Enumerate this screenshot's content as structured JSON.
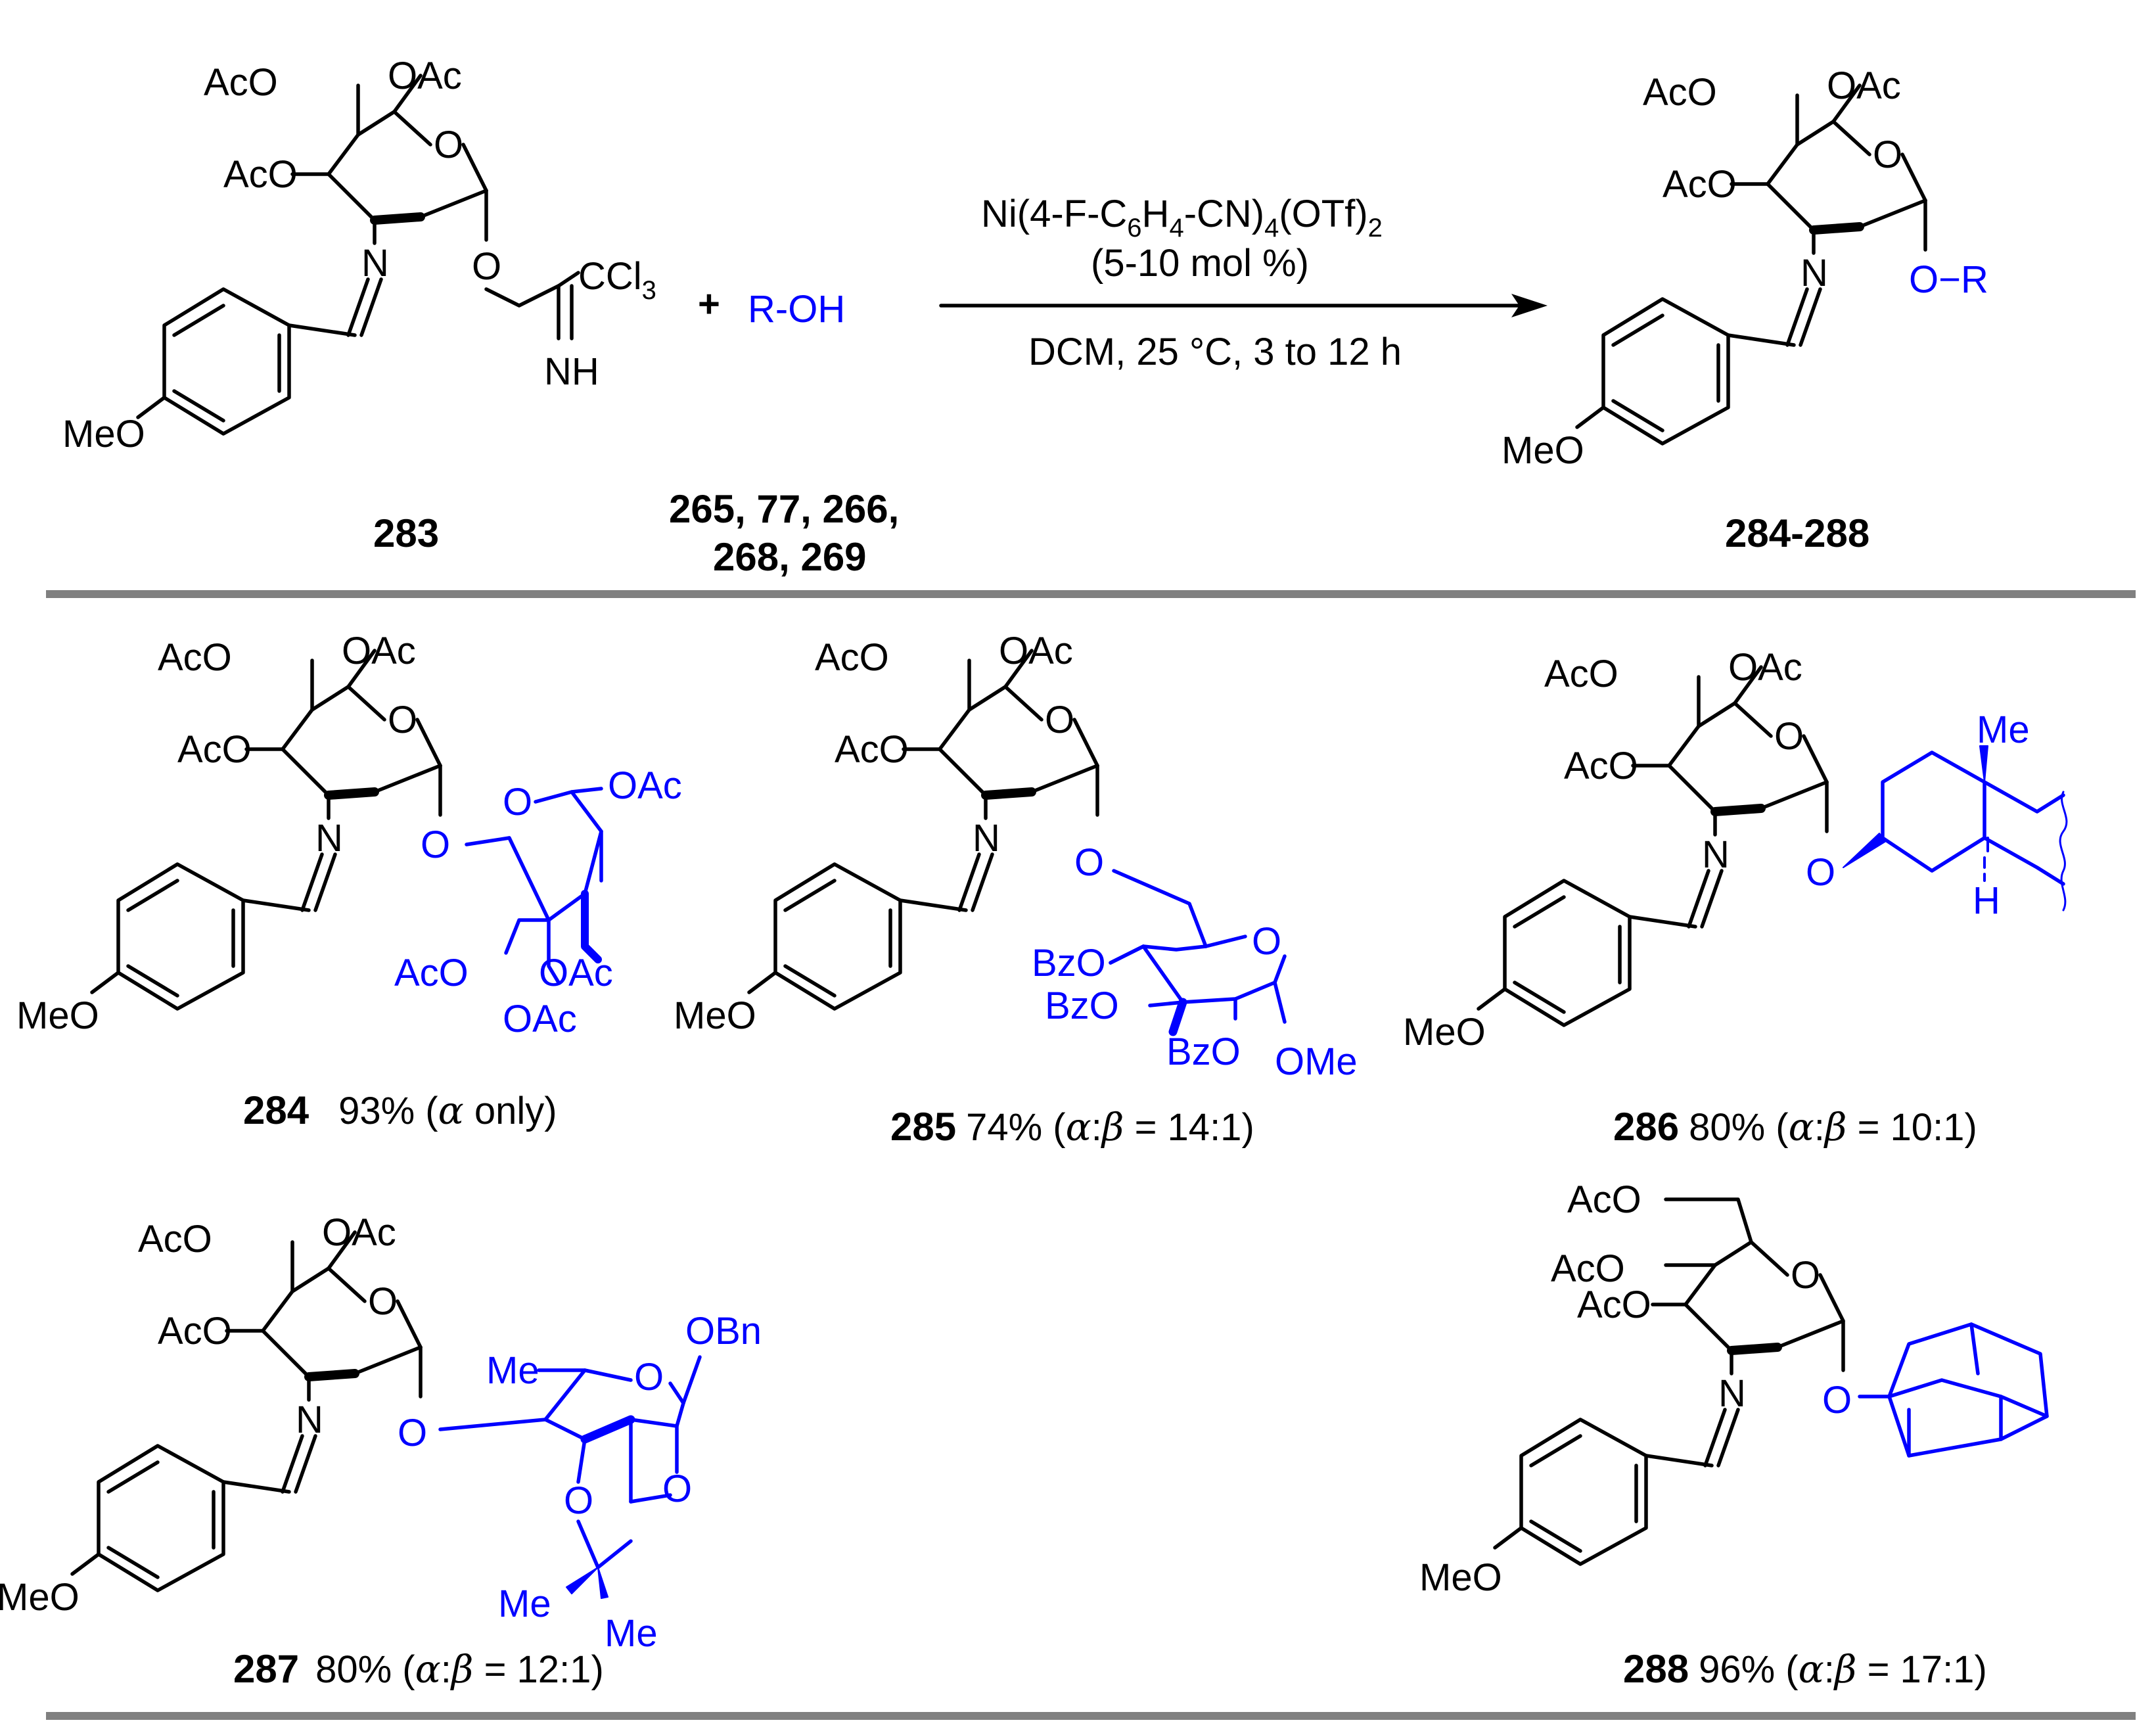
{
  "reaction": {
    "donor_id": "283",
    "plus_sign": "+",
    "acceptor": "R-OH",
    "acceptor_ids_line1": "265, 77, 266,",
    "acceptor_ids_line2": "268, 269",
    "product_ids": "284-288",
    "catalyst_prefix": "Ni(4-F-C",
    "catalyst_sub1": "6",
    "catalyst_mid1": "H",
    "catalyst_sub2": "4",
    "catalyst_mid2": "-CN)",
    "catalyst_sub3": "4",
    "catalyst_mid3": "(OTf)",
    "catalyst_sub4": "2",
    "loading": "(5-10 mol %)",
    "conditions": "DCM, 25 °C, 3 to 12 h",
    "product_OR": "O−R"
  },
  "donor_labels": {
    "acO_top": "AcO",
    "oac_top": "OAc",
    "ring_O": "O",
    "acO_left": "AcO",
    "N": "N",
    "O_anomeric": "O",
    "ccl": "CCl",
    "ccl_sub": "3",
    "NH": "NH",
    "MeO": "MeO"
  },
  "products": [
    {
      "id": "284",
      "yield": "93% (",
      "alpha": "α",
      "tail": " only)",
      "acceptor_labels": [
        "O",
        "O",
        "OAc",
        "AcO",
        "OAc",
        "OAc"
      ]
    },
    {
      "id": "285",
      "yield": "74% (",
      "alpha": "α",
      "colon": ":",
      "beta": "β",
      "ratio": " = 14:1)",
      "acceptor_labels": [
        "O",
        "BzO",
        "BzO",
        "O",
        "BzO",
        "OMe"
      ]
    },
    {
      "id": "286",
      "yield": "80% (",
      "alpha": "α",
      "colon": ":",
      "beta": "β",
      "ratio": " = 10:1)",
      "acceptor_labels": [
        "O",
        "Me",
        "H"
      ]
    },
    {
      "id": "287",
      "yield": "80% (",
      "alpha": "α",
      "colon": ":",
      "beta": "β",
      "ratio": " = 12:1)",
      "acceptor_labels": [
        "O",
        "OBn",
        "Me",
        "O",
        "O",
        "O",
        "Me",
        "Me"
      ]
    },
    {
      "id": "288",
      "yield": "96% (",
      "alpha": "α",
      "colon": ":",
      "beta": "β",
      "ratio": " = 17:1)",
      "acceptor_labels": [
        "O"
      ]
    }
  ],
  "glc_labels": {
    "acO_6": "AcO",
    "acO_4": "AcO",
    "acO_3": "AcO"
  },
  "colors": {
    "acceptor": "#0000ff",
    "structure": "#000000",
    "divider": "#808080"
  }
}
